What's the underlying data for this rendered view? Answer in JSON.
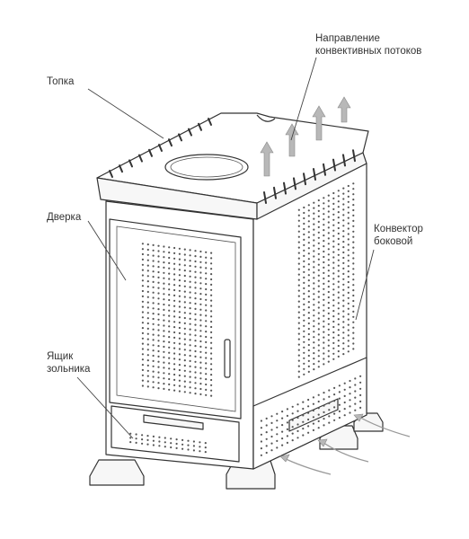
{
  "labels": {
    "topka": "Топка",
    "direction_line1": "Направление",
    "direction_line2": "конвективных потоков",
    "dverka": "Дверка",
    "convector_line1": "Конвектор",
    "convector_line2": "боковой",
    "ash_line1": "Ящик",
    "ash_line2": "зольника"
  },
  "colors": {
    "line": "#333333",
    "arrow": "#b8b8b8",
    "flow": "#999999"
  }
}
